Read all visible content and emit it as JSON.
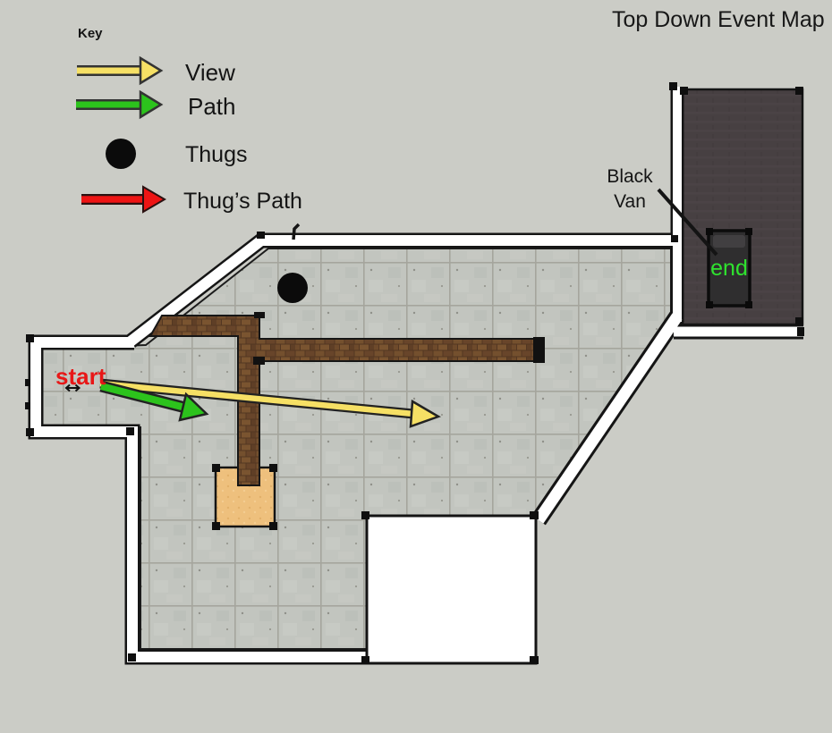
{
  "title": "Top Down Event Map",
  "key": {
    "heading": "Key",
    "items": [
      {
        "name": "view",
        "label": "View",
        "color": "#f6e065"
      },
      {
        "name": "path",
        "label": "Path",
        "color": "#2cc31c"
      },
      {
        "name": "thugs",
        "label": "Thugs",
        "color": "#0b0b0b"
      },
      {
        "name": "thugs_path",
        "label": "Thug’s Path",
        "color": "#ee1414"
      }
    ]
  },
  "map": {
    "start_label": "start",
    "end_label": "end",
    "van_label_line1": "Black",
    "van_label_line2": "Van",
    "colors": {
      "background": "#cbccc6",
      "floor_tile": "#c2c5bf",
      "wall_white": "#ffffff",
      "outline_black": "#141414",
      "dark_room": "#474042",
      "van_body": "#2f2e2f",
      "brick_wall": "#6b4a2c",
      "sand_box": "#eec07d",
      "view_arrow": "#f6e065",
      "path_arrow": "#2cc31c",
      "thug": "#0b0b0b",
      "start_text": "#e81717",
      "end_text": "#2fe32f"
    }
  }
}
